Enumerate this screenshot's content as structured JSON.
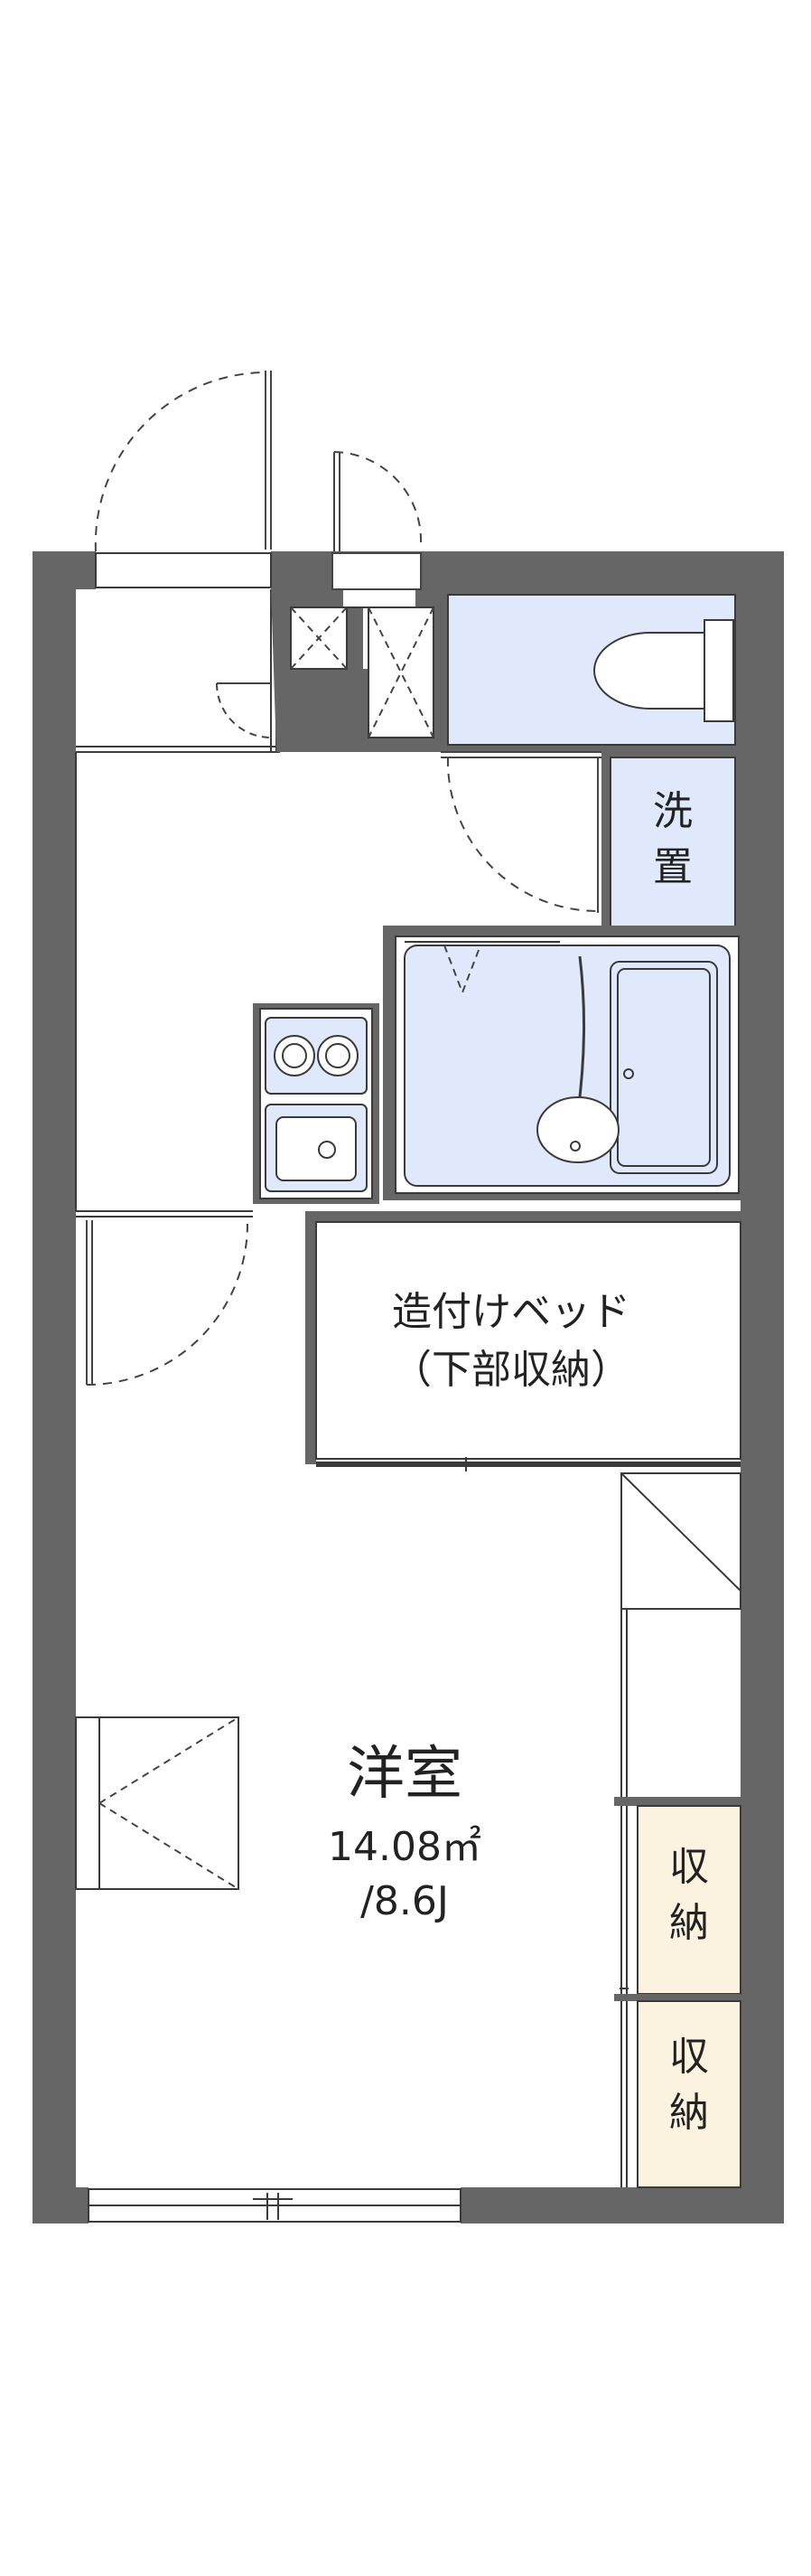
{
  "floorplan": {
    "washer_label": [
      "洗",
      "置"
    ],
    "bed_label_line1": "造付けベッド",
    "bed_label_line2": "（下部収納）",
    "room_name": "洋室",
    "room_area": "14.08㎡",
    "room_size": "/8.6J",
    "storage_upper": [
      "収",
      "納"
    ],
    "storage_lower": [
      "収",
      "納"
    ]
  },
  "colors": {
    "wall": "#666666",
    "water_area": "#dfe9fb",
    "storage_fill": "#fbf3df",
    "line": "#3a3a3a"
  }
}
